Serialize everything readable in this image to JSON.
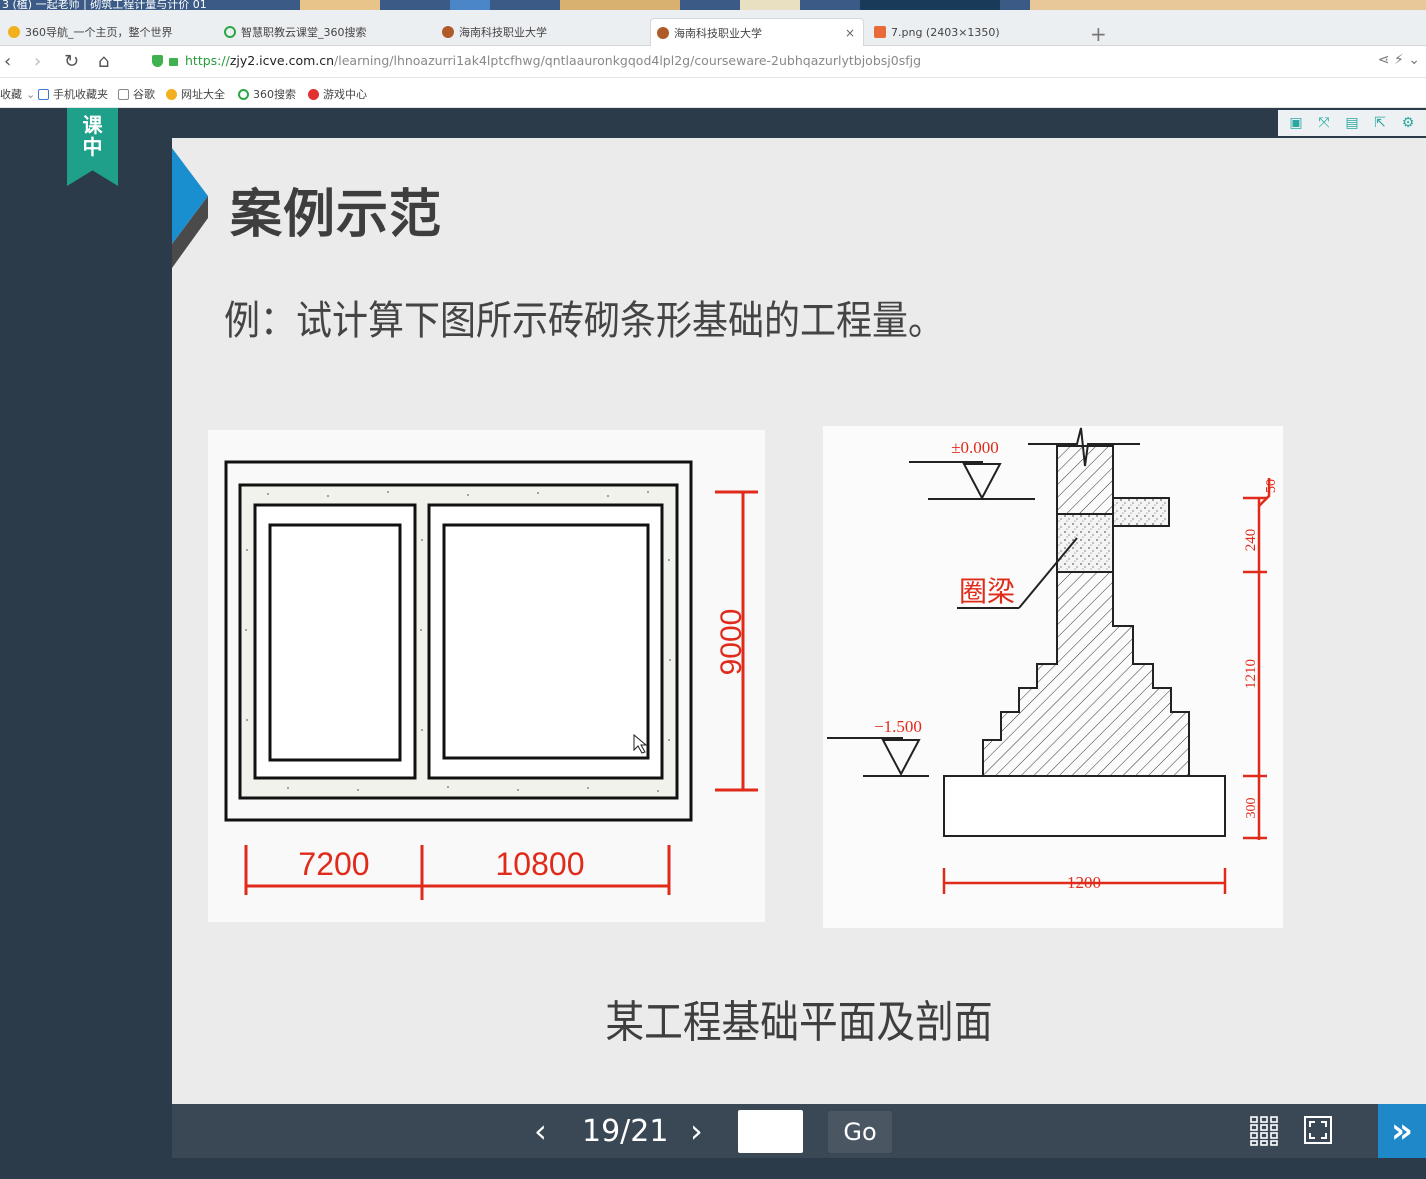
{
  "window": {
    "title": "3 (植) 一起老师 | 砌筑工程计量与计价 01"
  },
  "tabs": [
    {
      "label": "360导航_一个主页，整个世界",
      "active": false
    },
    {
      "label": "智慧职教云课堂_360搜索",
      "active": false
    },
    {
      "label": "海南科技职业大学",
      "active": false
    },
    {
      "label": "海南科技职业大学",
      "active": true,
      "close": "×"
    },
    {
      "label": "7.png (2403×1350)",
      "active": false
    }
  ],
  "newtab_label": "+",
  "address": {
    "scheme": "https://",
    "host": "zjy2.icve.com.cn",
    "path": "/learning/lhnoazurri1ak4lptcfhwg/qntlaauronkgqod4lpl2g/courseware-2ubhqazurlytbjobsj0sfjg"
  },
  "bookmarks": [
    {
      "label": "收藏"
    },
    {
      "label": "手机收藏夹"
    },
    {
      "label": "谷歌"
    },
    {
      "label": "网址大全"
    },
    {
      "label": "360搜索"
    },
    {
      "label": "游戏中心"
    }
  ],
  "ribbon": {
    "line1": "课",
    "line2": "中"
  },
  "slide": {
    "title": "案例示范",
    "subtitle": "例：试计算下图所示砖砌条形基础的工程量。",
    "caption": "某工程基础平面及剖面",
    "plan": {
      "dim_height": "9000",
      "dim_left": "7200",
      "dim_right": "10800"
    },
    "section": {
      "elev_top": "±0.000",
      "elev_bottom": "−1.500",
      "beam_label": "圈梁",
      "dim_50": "50",
      "dim_240": "240",
      "dim_1210": "1210",
      "dim_300": "300",
      "dim_width": "1200"
    }
  },
  "controls": {
    "prev": "‹",
    "next": "›",
    "page": "19/21",
    "go": "Go",
    "more": "»"
  },
  "colors": {
    "accent": "#1e88c8",
    "ribbon": "#1fa08a",
    "dim_red": "#e02a1a",
    "bg": "#2b3b4a"
  }
}
